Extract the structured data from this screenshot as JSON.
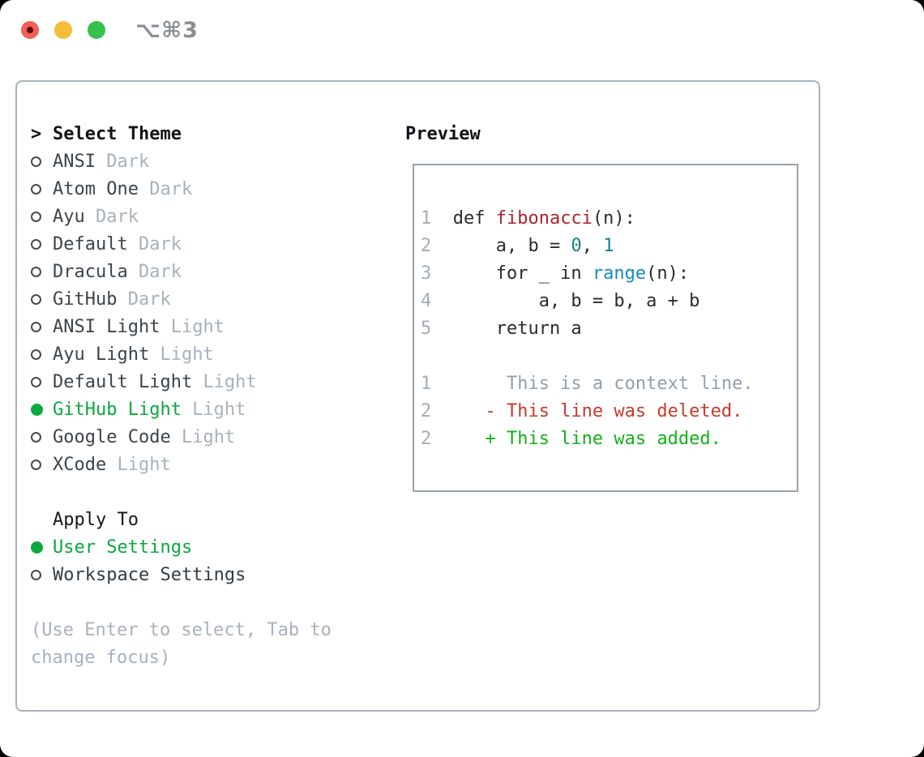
{
  "window": {
    "title": "⌥⌘3",
    "traffic_lights": [
      {
        "name": "close",
        "color": "#f25f57",
        "edited_dot_color": "#5d0f08"
      },
      {
        "name": "minimize",
        "color": "#f5bd3c"
      },
      {
        "name": "zoom",
        "color": "#35c14c"
      }
    ]
  },
  "theme_panel": {
    "header": {
      "cursor": ">",
      "label": "Select Theme"
    },
    "themes": [
      {
        "name": "ANSI",
        "variant": "Dark",
        "selected": false
      },
      {
        "name": "Atom One",
        "variant": "Dark",
        "selected": false
      },
      {
        "name": "Ayu",
        "variant": "Dark",
        "selected": false
      },
      {
        "name": "Default",
        "variant": "Dark",
        "selected": false
      },
      {
        "name": "Dracula",
        "variant": "Dark",
        "selected": false
      },
      {
        "name": "GitHub",
        "variant": "Dark",
        "selected": false
      },
      {
        "name": "ANSI Light",
        "variant": "Light",
        "selected": false
      },
      {
        "name": "Ayu Light",
        "variant": "Light",
        "selected": false
      },
      {
        "name": "Default Light",
        "variant": "Light",
        "selected": false
      },
      {
        "name": "GitHub Light",
        "variant": "Light",
        "selected": true
      },
      {
        "name": "Google Code",
        "variant": "Light",
        "selected": false
      },
      {
        "name": "XCode",
        "variant": "Light",
        "selected": false
      }
    ],
    "apply_to": {
      "label": "Apply To",
      "options": [
        {
          "name": "User Settings",
          "selected": true
        },
        {
          "name": "Workspace Settings",
          "selected": false
        }
      ]
    },
    "hint_lines": [
      "(Use Enter to select, Tab to",
      "change focus)"
    ]
  },
  "preview": {
    "label": "Preview",
    "code_lines": [
      {
        "num": "1",
        "tokens": [
          {
            "t": "def ",
            "c": "plain"
          },
          {
            "t": "fibonacci",
            "c": "func"
          },
          {
            "t": "(n):",
            "c": "plain"
          }
        ]
      },
      {
        "num": "2",
        "tokens": [
          {
            "t": "    a, b = ",
            "c": "plain"
          },
          {
            "t": "0",
            "c": "number"
          },
          {
            "t": ", ",
            "c": "plain"
          },
          {
            "t": "1",
            "c": "number"
          }
        ]
      },
      {
        "num": "3",
        "tokens": [
          {
            "t": "    for _ in ",
            "c": "plain"
          },
          {
            "t": "range",
            "c": "builtin"
          },
          {
            "t": "(n):",
            "c": "plain"
          }
        ]
      },
      {
        "num": "4",
        "tokens": [
          {
            "t": "        a, b = b, a + b",
            "c": "plain"
          }
        ]
      },
      {
        "num": "5",
        "tokens": [
          {
            "t": "    return a",
            "c": "plain"
          }
        ]
      },
      {
        "num": "",
        "tokens": []
      },
      {
        "num": "1",
        "tokens": [
          {
            "t": "     This is a context line.",
            "c": "context"
          }
        ]
      },
      {
        "num": "2",
        "tokens": [
          {
            "t": "   - This line was deleted.",
            "c": "deleted"
          }
        ]
      },
      {
        "num": "2",
        "tokens": [
          {
            "t": "   + This line was added.",
            "c": "added"
          }
        ]
      }
    ]
  },
  "colors": {
    "accent_green": "#0aa83f",
    "diff_added_green": "#13b11b",
    "diff_deleted_red": "#c93a2a",
    "syntax_function_red": "#aa2430",
    "syntax_number_teal": "#15808c",
    "syntax_builtin_blue": "#148ac5",
    "secondary_gray": "#a7b1bd",
    "panel_border": "#a9b2ba"
  }
}
